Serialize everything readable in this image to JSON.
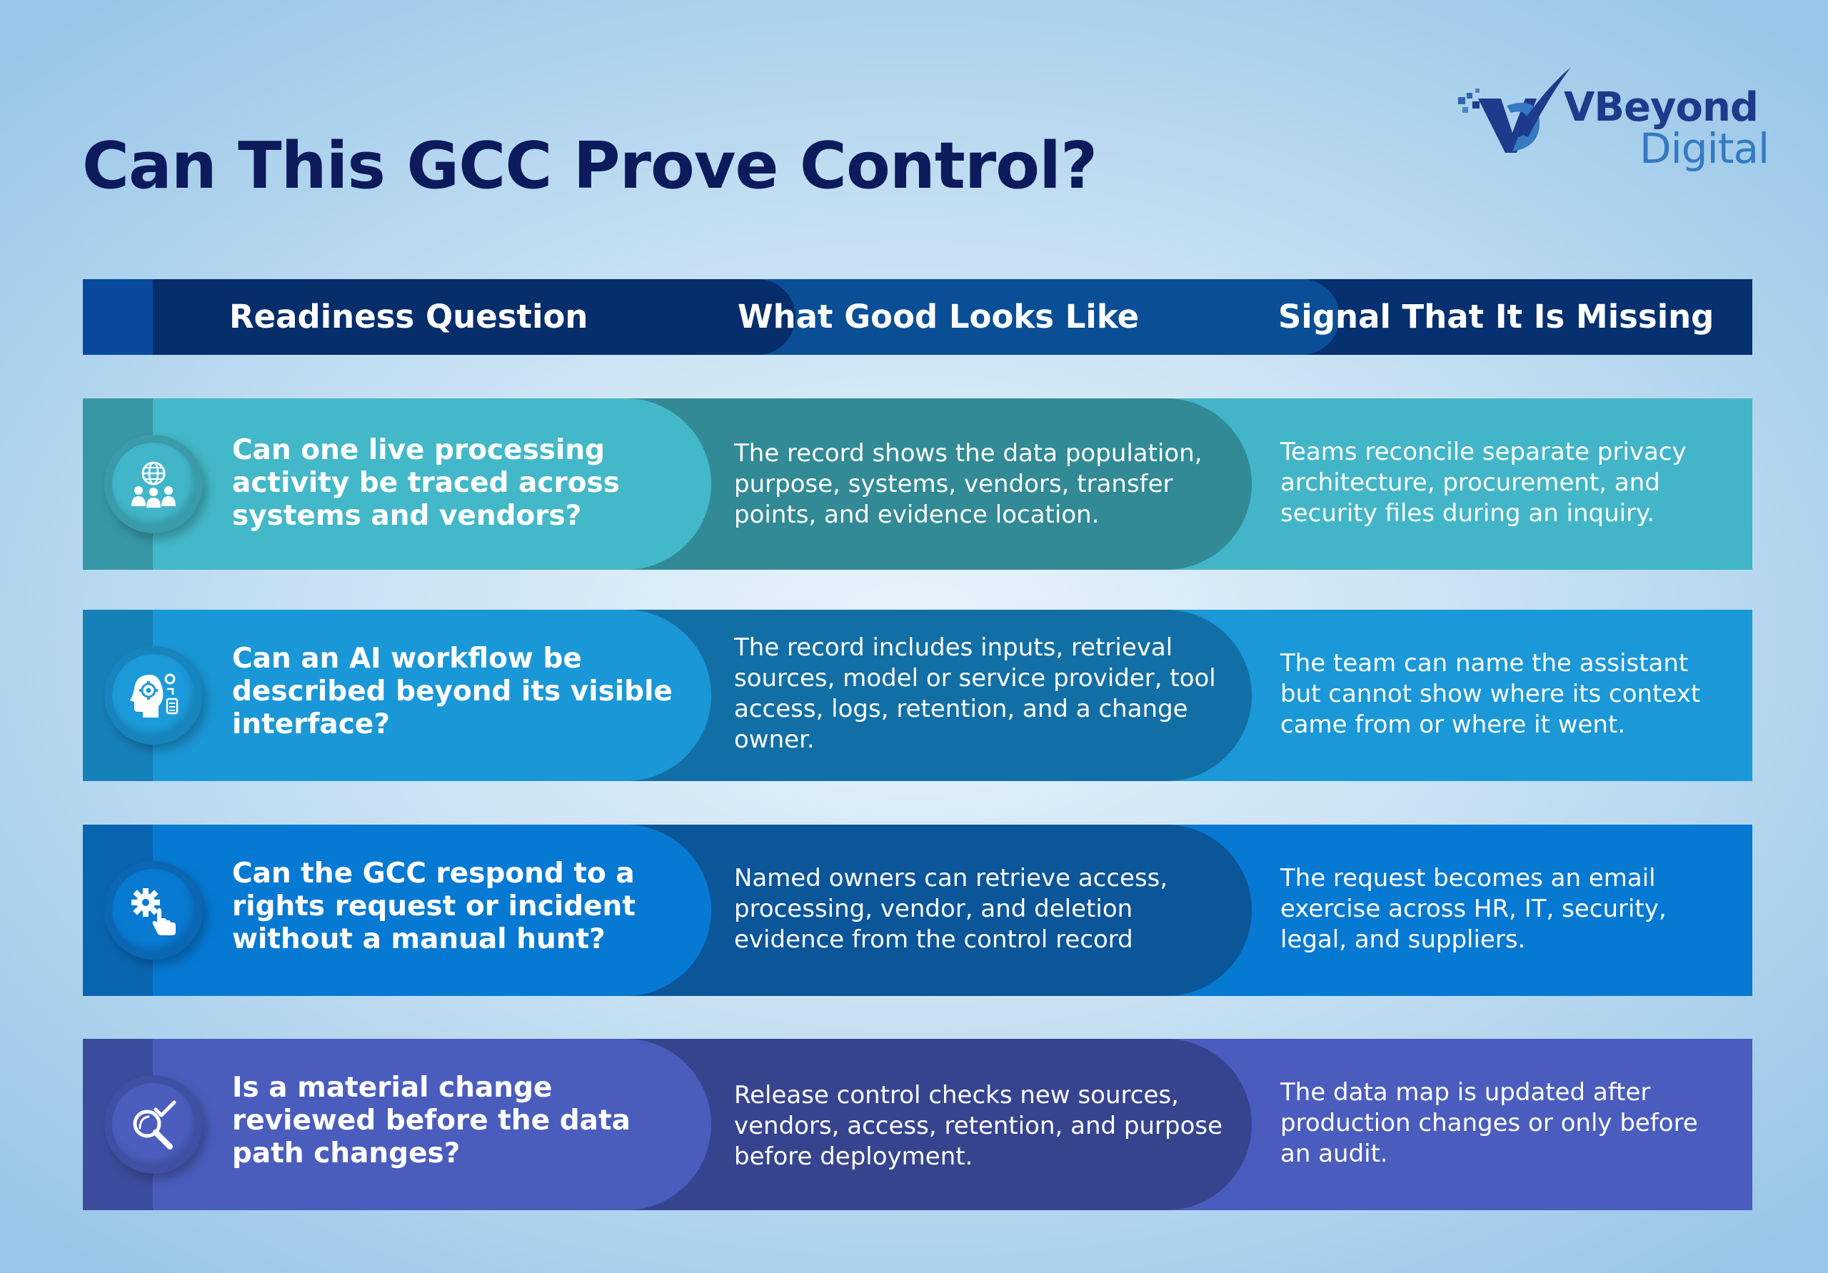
{
  "title": "Can This GCC Prove Control?",
  "logo": {
    "line1": "VBeyond",
    "line2": "Digital"
  },
  "header": {
    "col1": "Readiness Question",
    "col2": "What Good Looks Like",
    "col3": "Signal That It Is Missing"
  },
  "rows": [
    {
      "question": "Can one live processing activity be traced across systems and vendors?",
      "good": "The record shows the data population, purpose, systems, vendors, transfer points, and evidence location.",
      "signal": "Teams reconcile separate privacy architecture, procurement, and security files during an inquiry.",
      "icon": "global-network-people-icon",
      "colors": {
        "seg1": "#43b8c8",
        "seg2": "#318a96",
        "seg3": "#42b6c8",
        "strip": "#3797a6",
        "ball": "#41b6c8",
        "ring": "#3a9bab"
      }
    },
    {
      "question": "Can an AI workflow be described beyond its visible interface?",
      "good": "The record includes inputs, retrieval sources, model or service provider, tool access, logs, retention, and a change owner.",
      "signal": "The team can name the assistant but cannot show where its context came from or where it went.",
      "icon": "ai-head-gear-icon",
      "colors": {
        "seg1": "#1a97d6",
        "seg2": "#126fa5",
        "seg3": "#1a98d8",
        "strip": "#1680b8",
        "ball": "#1c9ad9",
        "ring": "#1684bd"
      }
    },
    {
      "question": "Can the GCC respond to a rights request or incident without a manual hunt?",
      "good": "Named owners can retrieve access, processing, vendor, and deletion evidence from the control record",
      "signal": "The request becomes an email exercise across HR, IT, security, legal, and suppliers.",
      "icon": "gear-hand-icon",
      "colors": {
        "seg1": "#0679d3",
        "seg2": "#0b5599",
        "seg3": "#0679d2",
        "strip": "#0a65b1",
        "ball": "#087ad2",
        "ring": "#0b66b3"
      }
    },
    {
      "question": "Is a material change reviewed before the data path changes?",
      "good": "Release control checks new sources, vendors, access, retention, and purpose before deployment.",
      "signal": "The data map is updated after production changes or only before an audit.",
      "icon": "magnifier-check-icon",
      "colors": {
        "seg1": "#4a5dbd",
        "seg2": "#364490",
        "seg3": "#4a5cbd",
        "strip": "#3c4c9d",
        "ball": "#4b5ebe",
        "ring": "#3f4fa3"
      }
    }
  ]
}
